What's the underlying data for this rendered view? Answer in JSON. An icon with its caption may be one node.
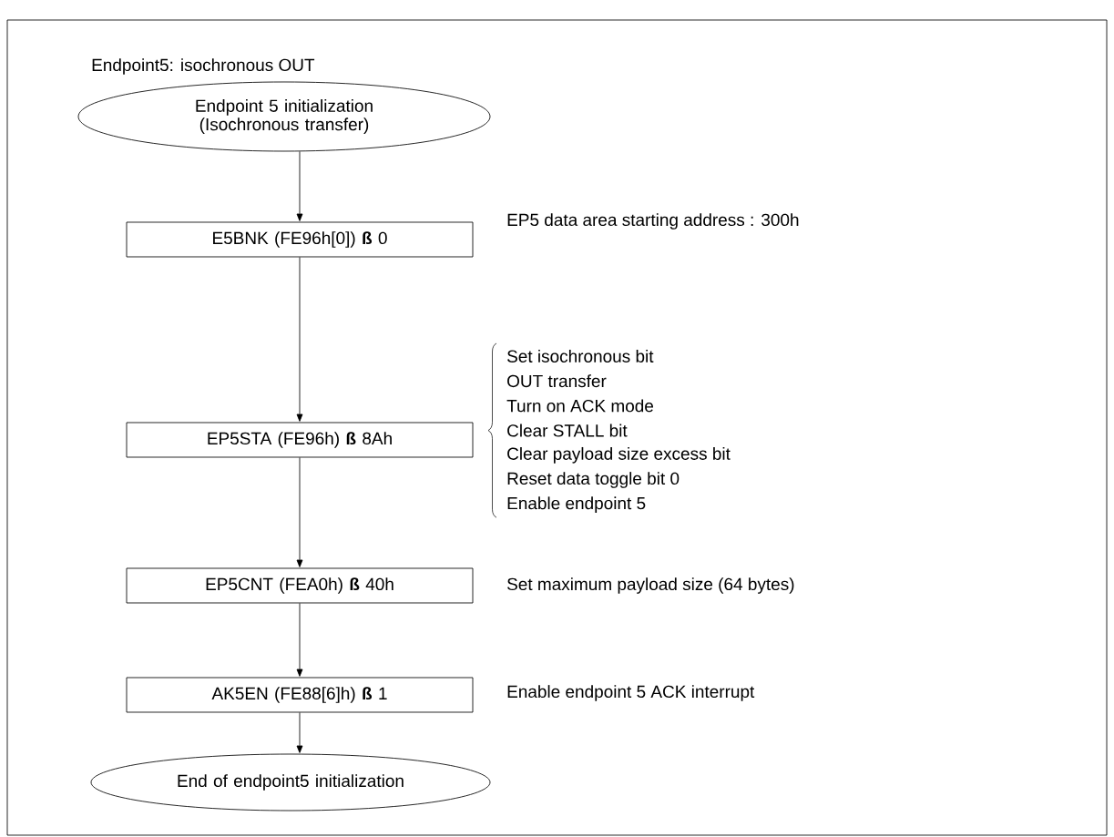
{
  "diagram": {
    "title": "Endpoint5: isochronous OUT",
    "nodes": [
      {
        "text": [
          "Endpoint 5 initialization (Isochronous transfer)"
        ]
      },
      {
        "text": [
          "E5BNK (FE96h[0]) **ß** 0"
        ],
        "beside": [
          "EP5 data area starting address : 300h"
        ]
      },
      {
        "text": [
          "EP5STA (FE96h) **ß** 8Ah"
        ],
        "beside": [
          "Set isochronous bit",
          "OUT transfer",
          "Turn on ACK mode",
          "Clear STALL bit",
          "Clear payload size excess bit",
          "Reset data toggle bit 0",
          "Enable endpoint 5"
        ]
      },
      {
        "text": [
          "EP5CNT (FEA0h) **ß** 40h"
        ],
        "beside": [
          "Set maximum payload size (64 bytes)"
        ]
      },
      {
        "text": [
          "AK5EN (FE88[6]h) **ß** 1"
        ],
        "beside": [
          "Enable endpoint 5 ACK interrupt"
        ]
      },
      {
        "text": [
          "End of endpoint5 initialization"
        ]
      }
    ],
    "edges": [
      {
        "from": 0,
        "to": 1,
        "arrow": "to"
      },
      {
        "from": 1,
        "to": 2,
        "arrow": "to"
      },
      {
        "from": 2,
        "to": 3,
        "arrow": "to"
      },
      {
        "from": 3,
        "to": 4,
        "arrow": "to"
      },
      {
        "from": 4,
        "to": 5,
        "arrow": "to"
      }
    ]
  }
}
